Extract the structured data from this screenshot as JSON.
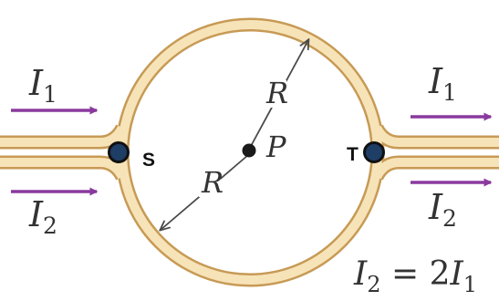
{
  "colors": {
    "wire_fill": "#F7E3B8",
    "wire_edge": "#C79A55",
    "current_arrow": "#8A3A9E",
    "radius_arrow": "#4A4A4A",
    "node_fill": "#1F3E66",
    "node_ring": "#111111",
    "center_dot": "#1A1A1A"
  },
  "labels": {
    "i1_left_main": "I",
    "i1_left_sub": "1",
    "i2_left_main": "I",
    "i2_left_sub": "2",
    "i1_right_main": "I",
    "i1_right_sub": "1",
    "i2_right_main": "I",
    "i2_right_sub": "2",
    "radius_upper": "R",
    "radius_lower": "R",
    "center_point": "P",
    "node_left": "S",
    "node_right": "T",
    "relation_lhs_main": "I",
    "relation_lhs_sub": "2",
    "relation_equals": " = 2",
    "relation_rhs_main": "I",
    "relation_rhs_sub": "1"
  }
}
